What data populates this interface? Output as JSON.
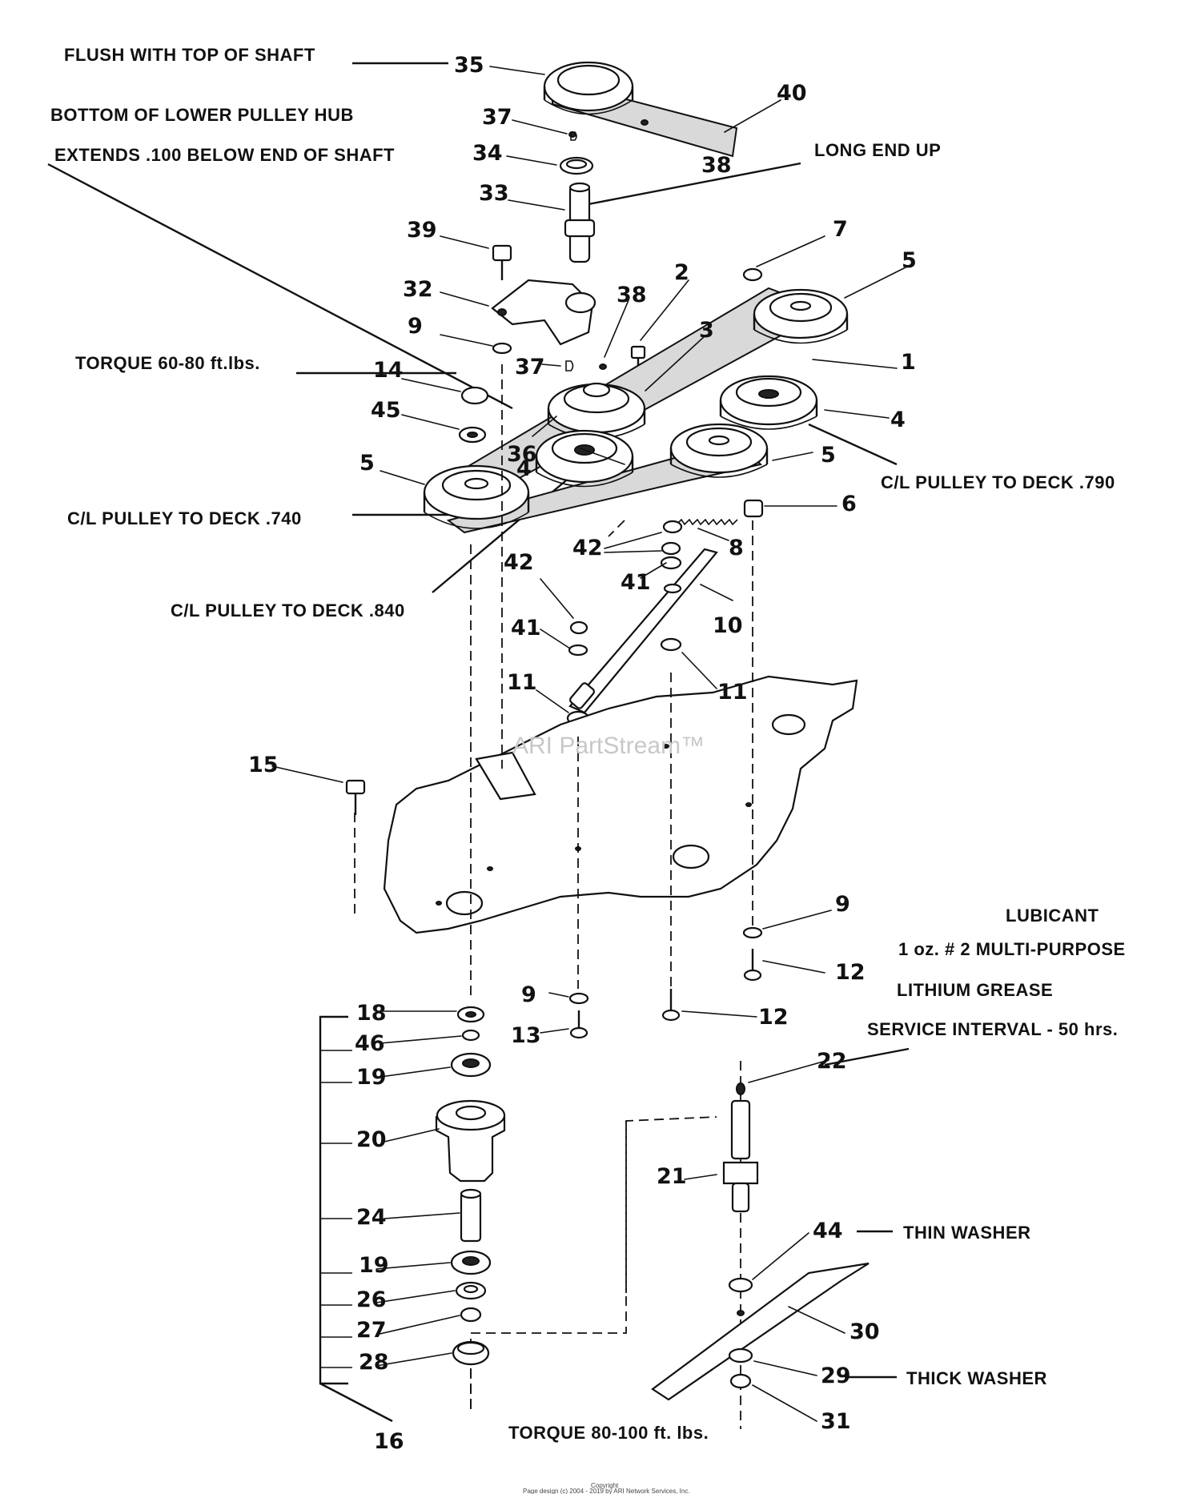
{
  "notes": {
    "flush": "FLUSH WITH TOP OF SHAFT",
    "bottom_hub_1": "BOTTOM OF LOWER PULLEY HUB",
    "bottom_hub_2": "EXTENDS .100 BELOW END OF SHAFT",
    "long_end": "LONG END UP",
    "torque_top": "TORQUE 60-80 ft.lbs.",
    "cl_790": "C/L PULLEY TO DECK .790",
    "cl_740": "C/L PULLEY TO DECK .740",
    "cl_840": "C/L PULLEY TO DECK .840",
    "lube_1": "LUBICANT",
    "lube_2": "1 oz. # 2 MULTI-PURPOSE",
    "lube_3": "LITHIUM GREASE",
    "service": "SERVICE INTERVAL - 50 hrs.",
    "thin_washer": "THIN WASHER",
    "thick_washer": "THICK WASHER",
    "torque_bottom": "TORQUE 80-100 ft. lbs."
  },
  "callouts": [
    "35",
    "40",
    "37",
    "34",
    "38",
    "33",
    "39",
    "7",
    "5",
    "2",
    "32",
    "3",
    "9",
    "38",
    "1",
    "37",
    "14",
    "4",
    "45",
    "36",
    "4",
    "5",
    "5",
    "6",
    "42",
    "8",
    "42",
    "41",
    "10",
    "41",
    "11",
    "11",
    "15",
    "9",
    "12",
    "18",
    "46",
    "9",
    "12",
    "13",
    "19",
    "22",
    "20",
    "21",
    "24",
    "44",
    "19",
    "26",
    "27",
    "30",
    "28",
    "29",
    "31",
    "16"
  ],
  "watermark": "ARI PartStream™",
  "footer": {
    "line1": "Copyright",
    "line2": "Page design (c) 2004 - 2019 by ARI Network Services, Inc."
  }
}
